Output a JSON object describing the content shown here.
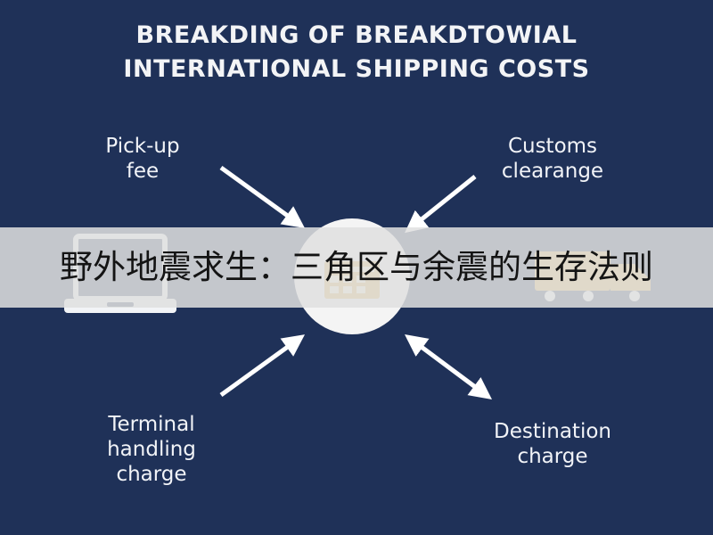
{
  "title_line1": "BREAKDING OF BREAKDTOWIAL",
  "title_line2": "INTERNATIONAL SHIPPING COSTS",
  "nodes": {
    "pickup": "Pick-up\nfee",
    "customs": "Customs\nclearange",
    "terminal": "Terminal\nhandling\ncharge",
    "destination": "Destination\ncharge"
  },
  "banner_text": "野外地震求生：三角区与余震的生存法则",
  "colors": {
    "background": "#1f3158",
    "text": "#f1f3f7",
    "hub": "#f4f4f4",
    "hub_icon": "#e3b04b",
    "laptop": "#f2f4f7",
    "truck": "#e3b04b",
    "banner": "#e0e0e0"
  },
  "icons": {
    "hub": "receipt-icon",
    "left": "laptop-icon",
    "right": "truck-icon"
  }
}
